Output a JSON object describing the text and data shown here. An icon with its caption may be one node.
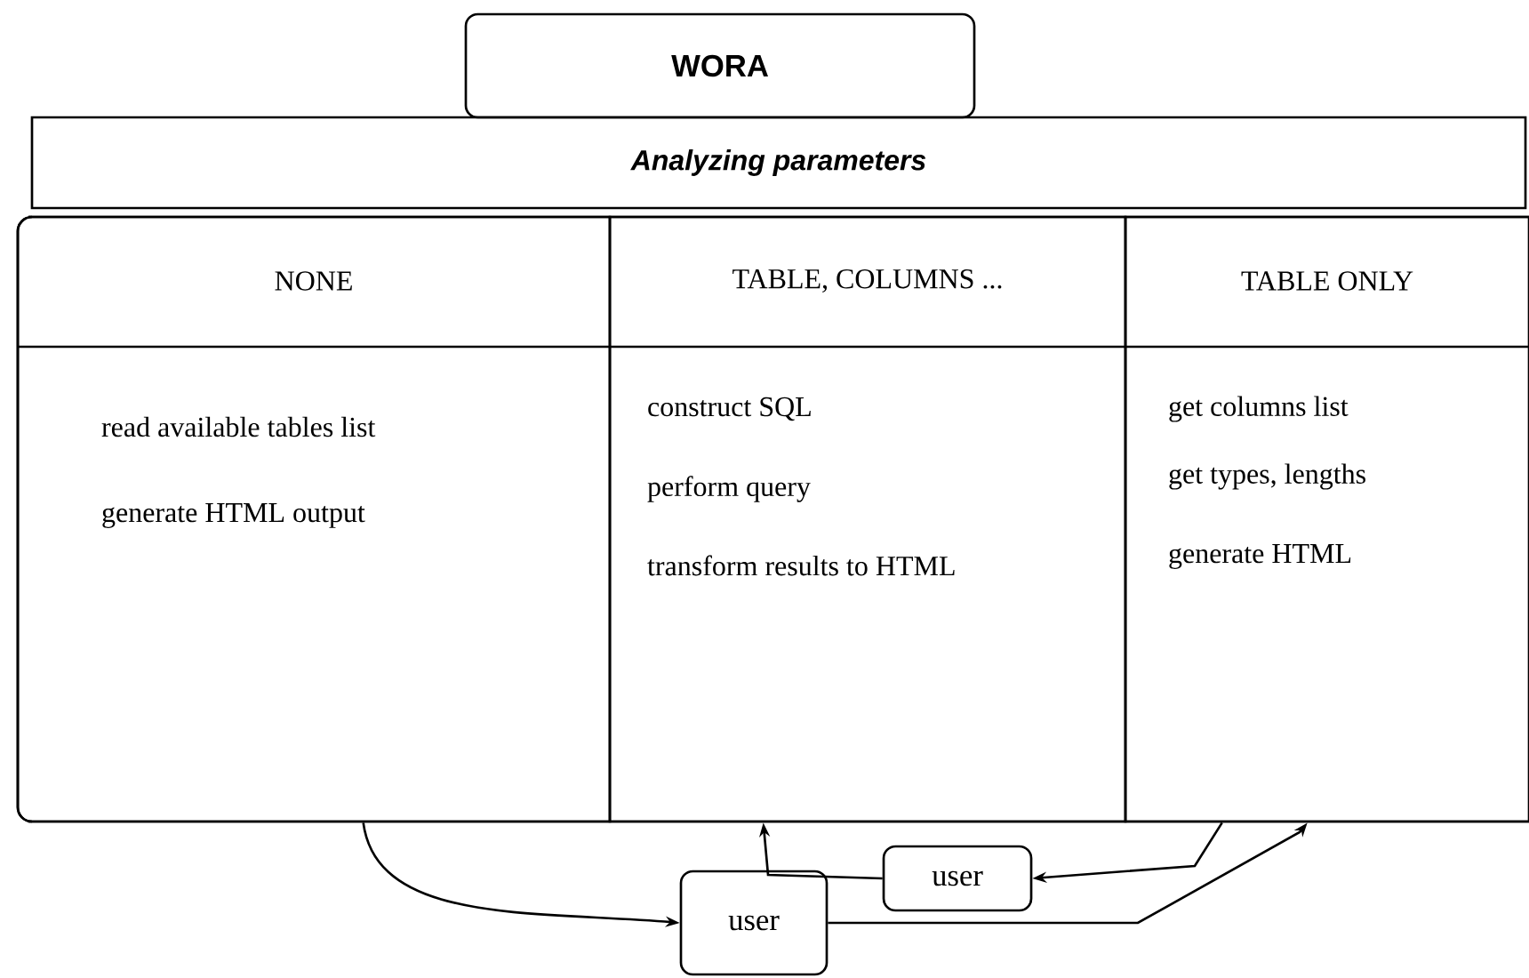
{
  "diagram": {
    "nodes": [
      {
        "text": [
          "WORA"
        ]
      },
      {
        "text": [
          "Analyzing parameters"
        ]
      },
      {
        "text": [],
        "shape": "box"
      },
      {
        "text": [
          "NONE",
          "read available tables list",
          "generate HTML output"
        ],
        "in": 2
      },
      {
        "text": [
          "TABLE, COLUMNS ...",
          "construct SQL",
          "perform query",
          "transform results to HTML"
        ],
        "in": 2
      },
      {
        "text": [
          "TABLE ONLY",
          "get columns list",
          "get types, lengths",
          "generate HTML"
        ],
        "in": 2
      },
      {
        "text": [
          "user"
        ]
      },
      {
        "text": [
          "user"
        ]
      }
    ],
    "edges": [
      {
        "from": 3,
        "to": 7,
        "arrow": "to"
      },
      {
        "from": 7,
        "to": 5,
        "arrow": "to"
      },
      {
        "from": 5,
        "to": 6,
        "arrow": "to"
      },
      {
        "from": 6,
        "to": 4,
        "arrow": "to"
      }
    ]
  }
}
